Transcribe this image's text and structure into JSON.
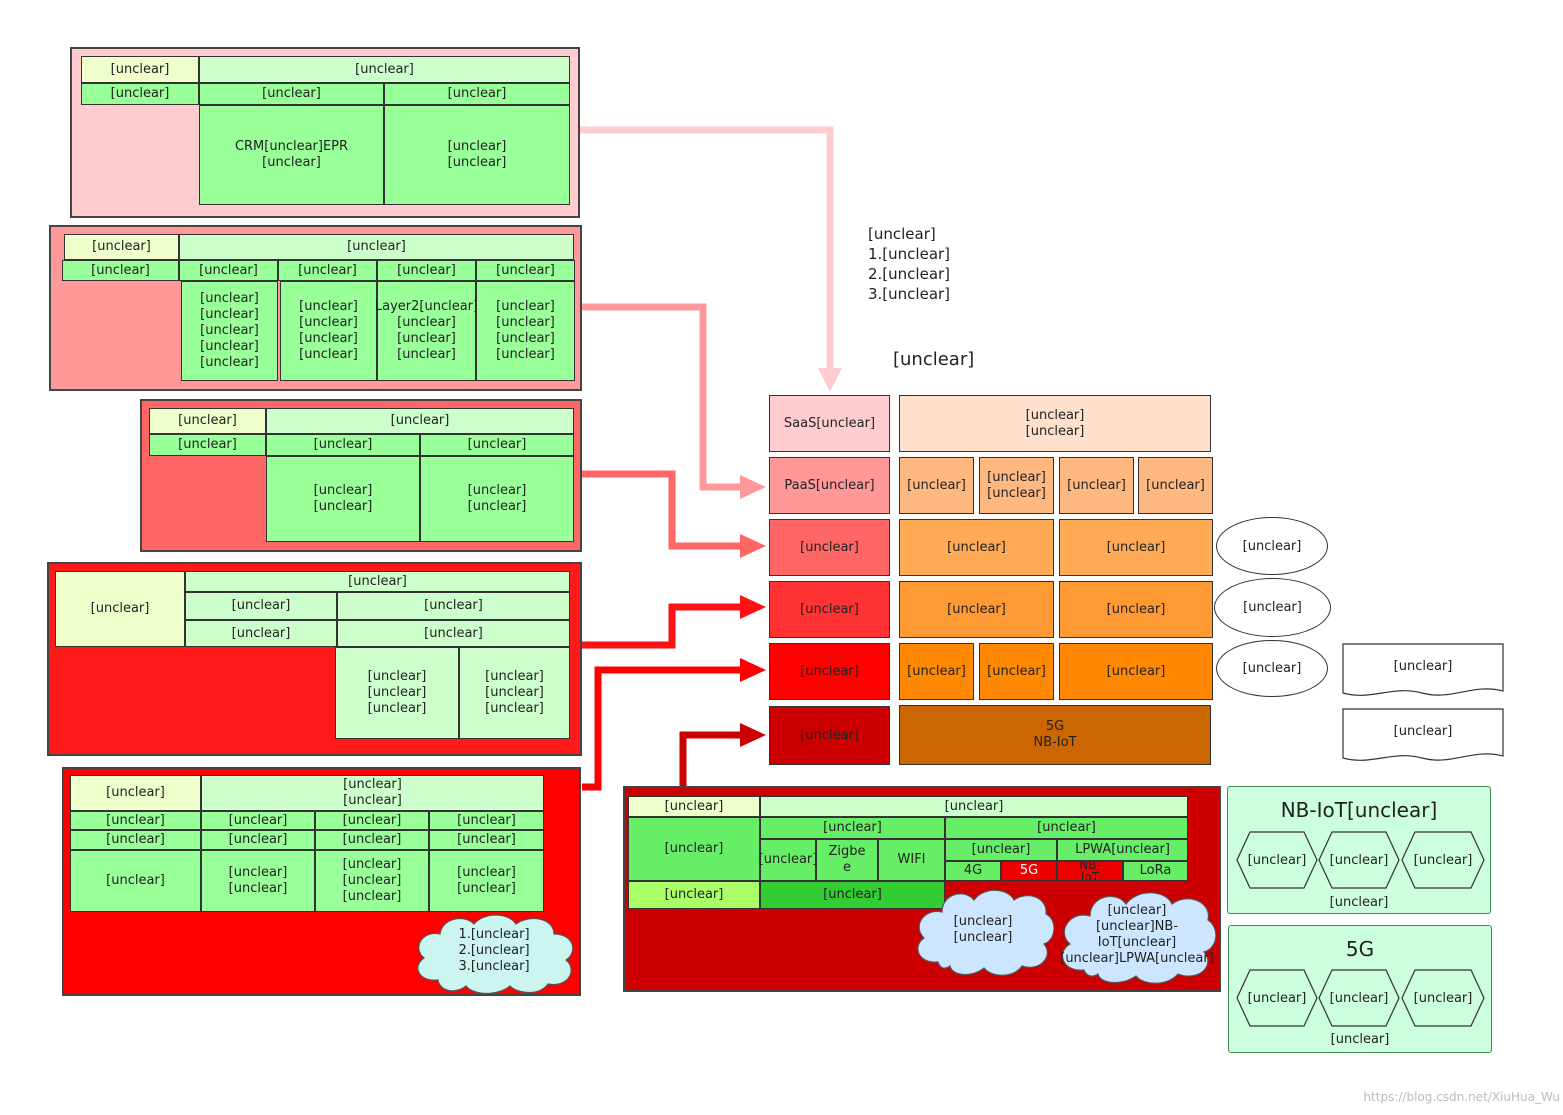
{
  "summary": {
    "heading": "[unclear]",
    "lines": [
      "1.[unclear]",
      "2.[unclear]",
      "3.[unclear]"
    ]
  },
  "arch_title": "[unclear]",
  "layers": [
    {
      "label": "SaaS[unclear]",
      "color": "#ffccd0"
    },
    {
      "label": "PaaS[unclear]",
      "color": "#ff9999"
    },
    {
      "label": "[unclear]",
      "color": "#ff6666"
    },
    {
      "label": "[unclear]",
      "color": "#ff3333"
    },
    {
      "label": "[unclear]",
      "color": "#ff0000"
    },
    {
      "label": "[unclear]",
      "color": "#cc0000"
    }
  ],
  "layer_content": {
    "saas": "[unclear]\n[unclear]",
    "paas": [
      "[unclear]",
      "[unclear]\n[unclear]",
      "[unclear]",
      "[unclear]"
    ],
    "algo": [
      "[unclear]",
      "[unclear]"
    ],
    "data": [
      "[unclear]",
      "[unclear]"
    ],
    "compute": [
      "[unclear]",
      "[unclear]",
      "[unclear]"
    ],
    "comm": "5G\nNB-IoT"
  },
  "body_parts": [
    "[unclear]",
    "[unclear]",
    "[unclear]"
  ],
  "support_labels": [
    "[unclear]",
    "[unclear]"
  ],
  "saas_panel": {
    "dir_label": "[unclear]",
    "dir_value": "[unclear]",
    "tech_label": "[unclear]",
    "cols": [
      "[unclear]",
      "[unclear]"
    ],
    "descs": [
      "CRM[unclear]EPR\n[unclear]",
      "[unclear]\n[unclear]"
    ]
  },
  "paas_panel": {
    "dir_label": "[unclear]",
    "dir_value": "[unclear]",
    "tech_label": "[unclear]",
    "cols": [
      "[unclear]",
      "[unclear]",
      "[unclear]",
      "[unclear]"
    ],
    "descs": [
      "[unclear]\n[unclear]\n[unclear]\n[unclear]\n[unclear]",
      "[unclear]\n[unclear]\n[unclear]\n[unclear]",
      "Layer2[unclear]\n[unclear]\n[unclear]\n[unclear]",
      "[unclear]\n[unclear]\n[unclear]\n[unclear]"
    ]
  },
  "algo_panel": {
    "dir_label": "[unclear]",
    "dir_value": "[unclear]",
    "tech_label": "[unclear]",
    "cols": [
      "[unclear]",
      "[unclear]"
    ],
    "descs": [
      "[unclear]\n[unclear]",
      "[unclear]\n[unclear]"
    ]
  },
  "data_panel": {
    "dir_label": "[unclear]",
    "dir_value": "[unclear]",
    "cols": [
      "[unclear]",
      "[unclear]"
    ],
    "rows2": [
      "[unclear]",
      "[unclear]"
    ],
    "descs": [
      "[unclear]\n[unclear]\n[unclear]",
      "[unclear]\n[unclear]\n[unclear]"
    ]
  },
  "compute_panel": {
    "dir_label": "[unclear]",
    "dir_value": "[unclear]\n[unclear]",
    "tech_label": "[unclear]",
    "func_label": "[unclear]",
    "feat_label": "[unclear]",
    "techs": [
      "[unclear]",
      "[unclear]",
      "[unclear]"
    ],
    "funcs": [
      "[unclear]",
      "[unclear]",
      "[unclear]"
    ],
    "feats": [
      "[unclear]\n[unclear]",
      "[unclear]\n[unclear]\n[unclear]",
      "[unclear]\n[unclear]"
    ],
    "cloud": "1.[unclear]\n2.[unclear]\n3.[unclear]"
  },
  "comm_panel": {
    "dir_label": "[unclear]",
    "dir_value": "[unclear]",
    "wireless_label": "[unclear]",
    "scene_label": "[unclear]",
    "short_range": "[unclear]",
    "long_range": "[unclear]",
    "short_items": [
      "[unclear]",
      "Zigbe\ne",
      "WIFI"
    ],
    "cellular": "[unclear]",
    "lpwa": "LPWA[unclear]",
    "cell_items": [
      "4G",
      "5G"
    ],
    "lpwa_items": [
      "NB-\nIoT",
      "LoRa"
    ],
    "scene_value": "[unclear]",
    "cloud1": "[unclear]\n[unclear]",
    "cloud2": "[unclear]\n[unclear]NB-IoT[unclear]\n[unclear]LPWA[unclear]"
  },
  "nbiot_box": {
    "title": "NB-IoT[unclear]",
    "hexes": [
      "[unclear]",
      "[unclear]",
      "[unclear]"
    ],
    "caption": "[unclear]"
  },
  "fiveg_box": {
    "title": "5G",
    "hexes": [
      "[unclear]",
      "[unclear]",
      "[unclear]"
    ],
    "caption": "[unclear]"
  },
  "watermark": "https://blog.csdn.net/XiuHua_Wu"
}
